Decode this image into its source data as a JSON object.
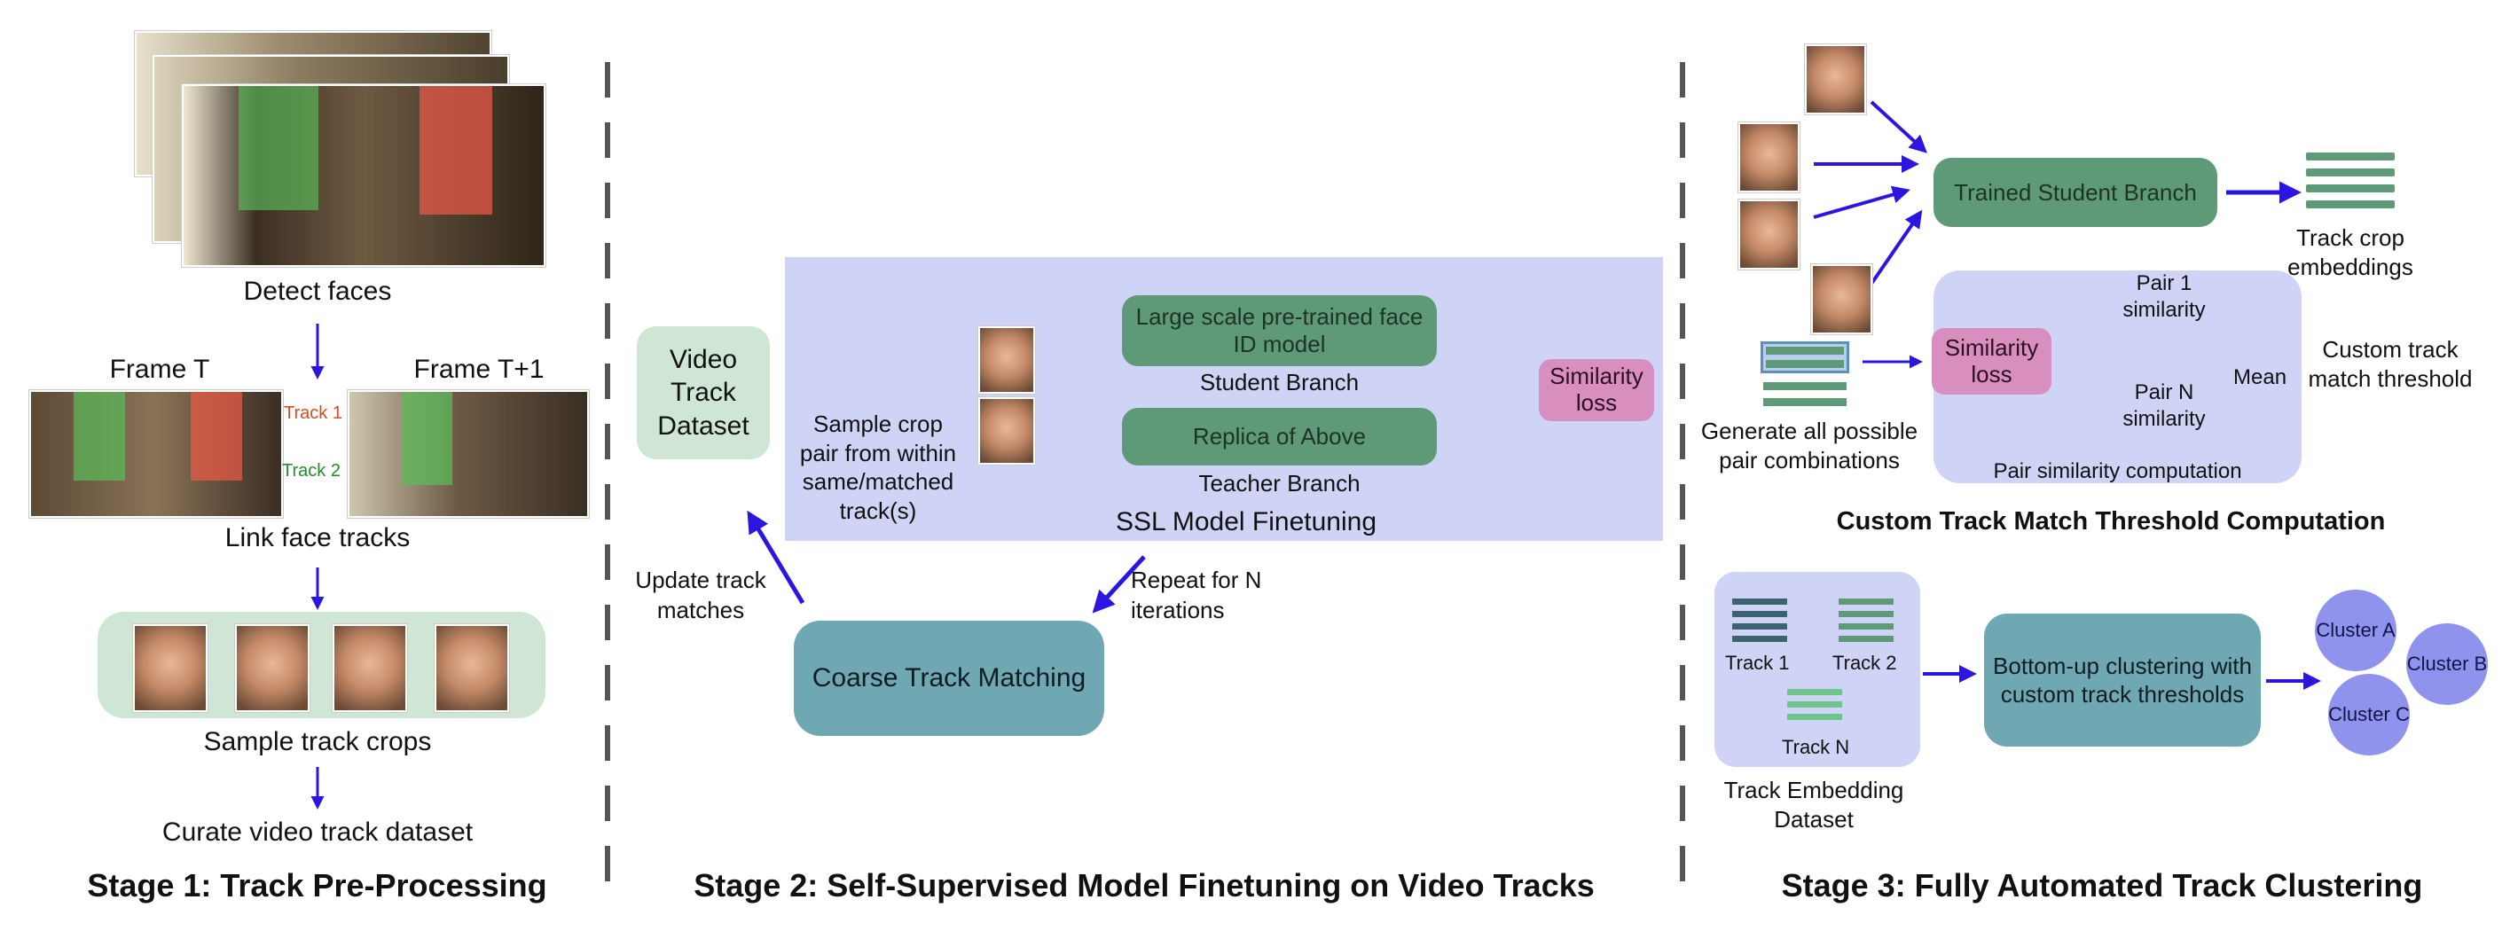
{
  "stage1": {
    "detect_faces": "Detect faces",
    "frame_t": "Frame T",
    "frame_t1": "Frame T+1",
    "track1": "Track 1",
    "track2": "Track 2",
    "link_face_tracks": "Link face tracks",
    "sample_track_crops": "Sample track crops",
    "curate": "Curate video track dataset",
    "title": "Stage 1: Track Pre-Processing"
  },
  "stage2": {
    "video_track_dataset": "Video Track Dataset",
    "sample_crop": "Sample crop pair from within same/matched track(s)",
    "large_scale": "Large scale pre-trained face ID model",
    "student_branch": "Student Branch",
    "replica": "Replica of Above",
    "teacher_branch": "Teacher Branch",
    "similarity_loss": "Similarity loss",
    "ssl_finetuning": "SSL Model Finetuning",
    "update_track_matches": "Update track matches",
    "repeat": "Repeat for N iterations",
    "coarse_track_matching": "Coarse Track Matching",
    "title": "Stage 2: Self-Supervised Model Finetuning on Video Tracks"
  },
  "stage3": {
    "trained_student": "Trained Student Branch",
    "track_crop_embeddings": "Track crop embeddings",
    "generate_pairs": "Generate all possible pair combinations",
    "similarity_loss": "Similarity loss",
    "pair1_similarity": "Pair 1 similarity",
    "pairN_similarity": "Pair N similarity",
    "mean": "Mean",
    "custom_track_match_threshold": "Custom track match threshold",
    "pair_similarity_computation": "Pair similarity computation",
    "section_title": "Custom Track Match Threshold Computation",
    "track1": "Track 1",
    "track2": "Track 2",
    "trackN": "Track N",
    "track_embedding_dataset": "Track Embedding Dataset",
    "bottom_up": "Bottom-up clustering with custom track thresholds",
    "cluster_a": "Cluster A",
    "cluster_b": "Cluster B",
    "cluster_c": "Cluster C",
    "title": "Stage 3: Fully Automated Track Clustering"
  },
  "colors": {
    "arrow": "#2a16e0",
    "green_box": "#5f9a78",
    "teal_box": "#6fa8b3",
    "lavender_panel": "#cfd4f7",
    "pink": "#d88fbf",
    "cluster": "#8f93ee",
    "light_green": "#cfe6d5",
    "track_red": "#d94a1e",
    "track_green": "#1f8f2a"
  }
}
